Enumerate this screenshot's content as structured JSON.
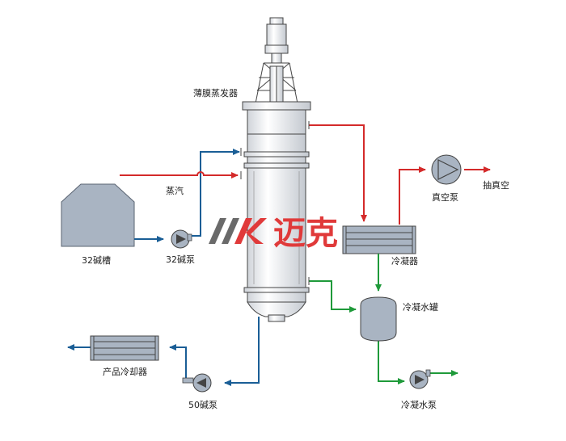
{
  "labels": {
    "evaporator": "薄膜蒸发器",
    "steam": "蒸汽",
    "tank32": "32碱槽",
    "pump32": "32碱泵",
    "condenser": "冷凝器",
    "vacuum_pump": "真空泵",
    "vacuum_out": "抽真空",
    "condensate_tank": "冷凝水罐",
    "product_cooler": "产品冷却器",
    "pump50": "50碱泵",
    "condensate_pump": "冷凝水泵"
  },
  "logo": {
    "text": "迈克"
  },
  "colors": {
    "red_line": "#d42a2a",
    "blue_line": "#1a5e96",
    "green_line": "#1f9a3a",
    "equipment_fill": "#a9b4c2",
    "equipment_stroke": "#5a6472",
    "logo_red": "#e03a3a",
    "logo_gray": "#6a6a6a"
  }
}
